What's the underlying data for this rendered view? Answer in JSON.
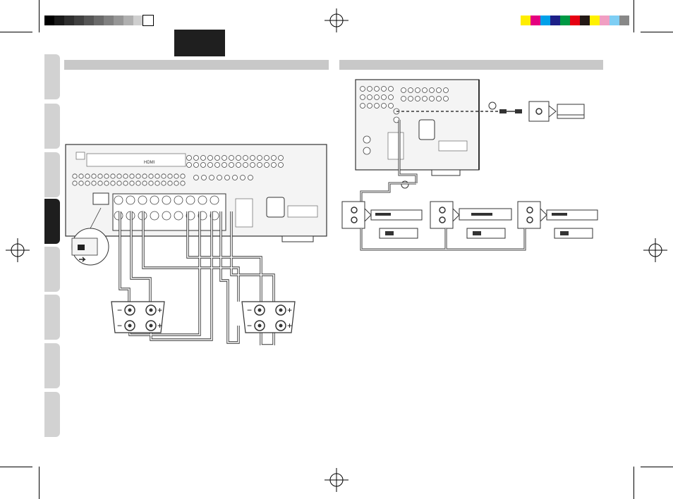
{
  "color_bar": {
    "gray_steps": [
      "#000000",
      "#1a1a1a",
      "#2e2e2e",
      "#404040",
      "#555555",
      "#6a6a6a",
      "#808080",
      "#969696",
      "#b0b0b0",
      "#cfcfcf",
      "#ffffff"
    ],
    "process_colors": [
      "#ffed00",
      "#e4007f",
      "#00a0e9",
      "#1d2088",
      "#009944",
      "#e60012",
      "#231815",
      "#fff100",
      "#f19ec2",
      "#7ecef4",
      "#888888"
    ]
  },
  "language_tab": {
    "label": ""
  },
  "side_tabs": {
    "count": 8,
    "active_index": 3
  },
  "left_diagram": {
    "speaker_left": {
      "minus": "−",
      "plus": "+"
    },
    "speaker_right": {
      "minus": "−",
      "plus": "+"
    },
    "panel_label": "HDMI"
  },
  "right_diagram": {
    "circle_a": "",
    "circle_b": ""
  },
  "colors": {
    "line": "#333333",
    "panel_fill": "#f4f4f4",
    "cable_fill": "#ffffff"
  }
}
